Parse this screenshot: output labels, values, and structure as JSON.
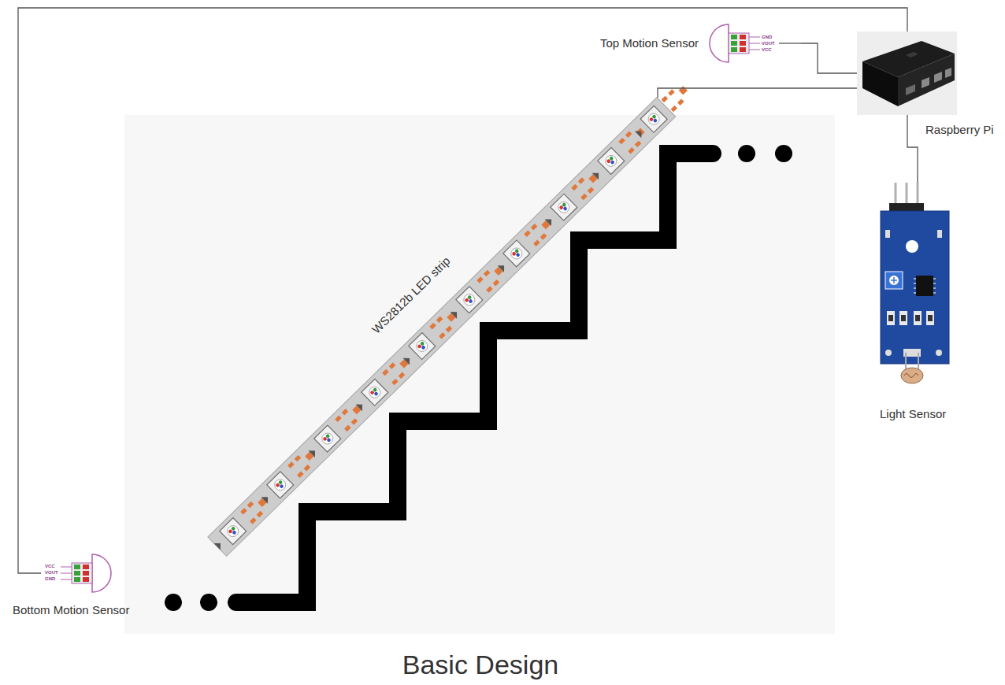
{
  "diagram": {
    "title": "Basic Design",
    "nodes": [
      {
        "text": [
          "Top Motion Sensor"
        ]
      },
      {
        "text": [
          "Raspberry Pi"
        ]
      },
      {
        "text": [
          "WS2812b LED strip"
        ]
      },
      {
        "text": [
          "Light Sensor"
        ]
      },
      {
        "text": [
          "Bottom Motion Sensor"
        ]
      }
    ],
    "edges": [
      {
        "from": 1,
        "to": 0,
        "arrow": "none"
      },
      {
        "from": 1,
        "to": 2,
        "arrow": "none"
      },
      {
        "from": 1,
        "to": 3,
        "arrow": "none"
      },
      {
        "from": 1,
        "to": 4,
        "arrow": "none"
      }
    ],
    "labels": [
      "GND",
      "VOUT",
      "VCC",
      "VCC",
      "VOUT",
      "GND"
    ]
  }
}
